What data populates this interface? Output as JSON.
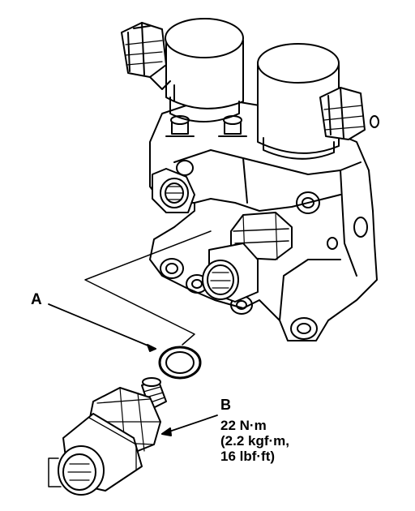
{
  "callouts": {
    "a": {
      "letter": "A"
    },
    "b": {
      "letter": "B",
      "torque_lines": [
        "22 N·m",
        "(2.2 kgf·m,",
        "16 lbf·ft)"
      ]
    }
  }
}
